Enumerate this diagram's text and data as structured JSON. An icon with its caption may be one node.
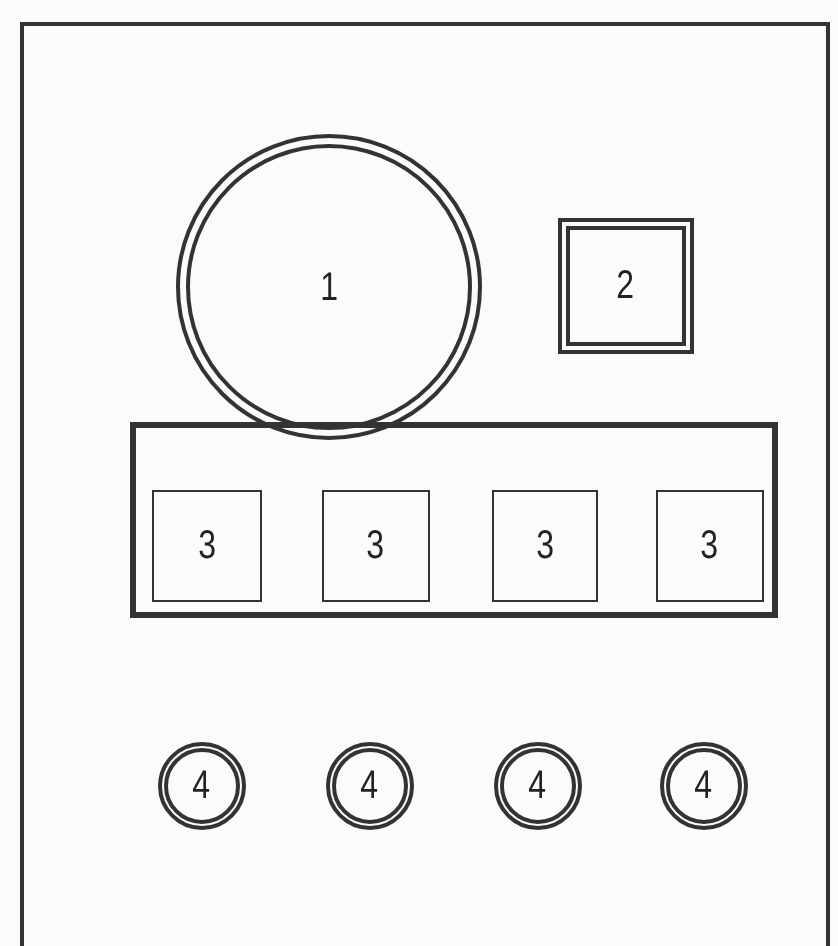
{
  "diagram": {
    "nodes": [
      {
        "text": [],
        "shape": "box"
      },
      {
        "text": [
          "1"
        ],
        "in": 0
      },
      {
        "text": [
          "2"
        ],
        "in": 0
      },
      {
        "text": [],
        "shape": "box",
        "in": 0
      },
      {
        "text": [
          "3"
        ],
        "in": 3
      },
      {
        "text": [
          "3"
        ],
        "in": 3
      },
      {
        "text": [
          "3"
        ],
        "in": 3
      },
      {
        "text": [
          "3"
        ],
        "in": 3
      },
      {
        "text": [
          "4"
        ],
        "in": 0
      },
      {
        "text": [
          "4"
        ],
        "in": 0
      },
      {
        "text": [
          "4"
        ],
        "in": 0
      },
      {
        "text": [
          "4"
        ],
        "in": 0
      }
    ]
  }
}
